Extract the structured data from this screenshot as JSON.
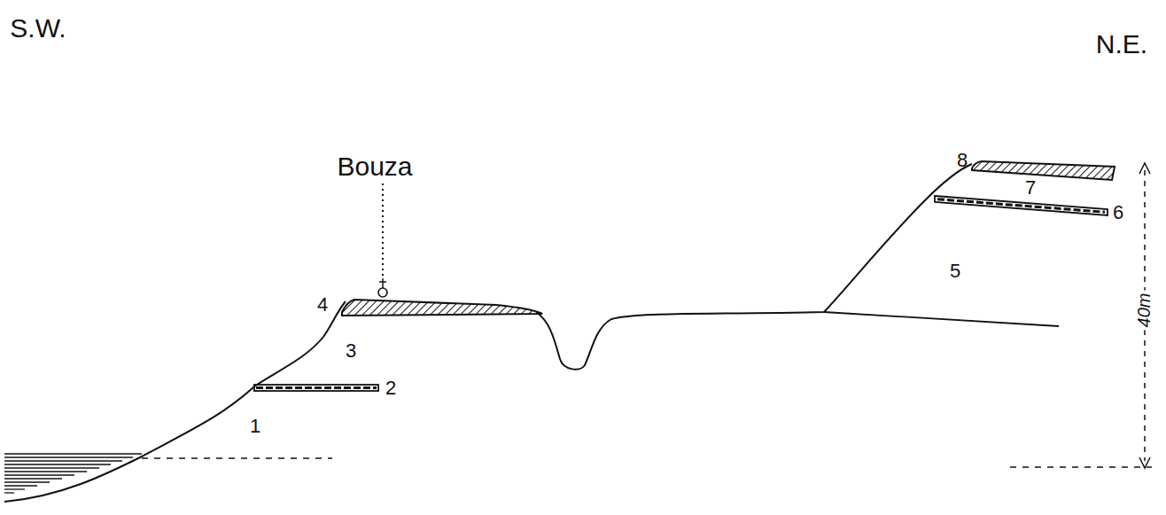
{
  "diagram": {
    "labels": [
      "S.W.",
      "N.E.",
      "Bouza",
      "1",
      "2",
      "3",
      "4",
      "5",
      "6",
      "7",
      "8",
      "40m"
    ]
  }
}
